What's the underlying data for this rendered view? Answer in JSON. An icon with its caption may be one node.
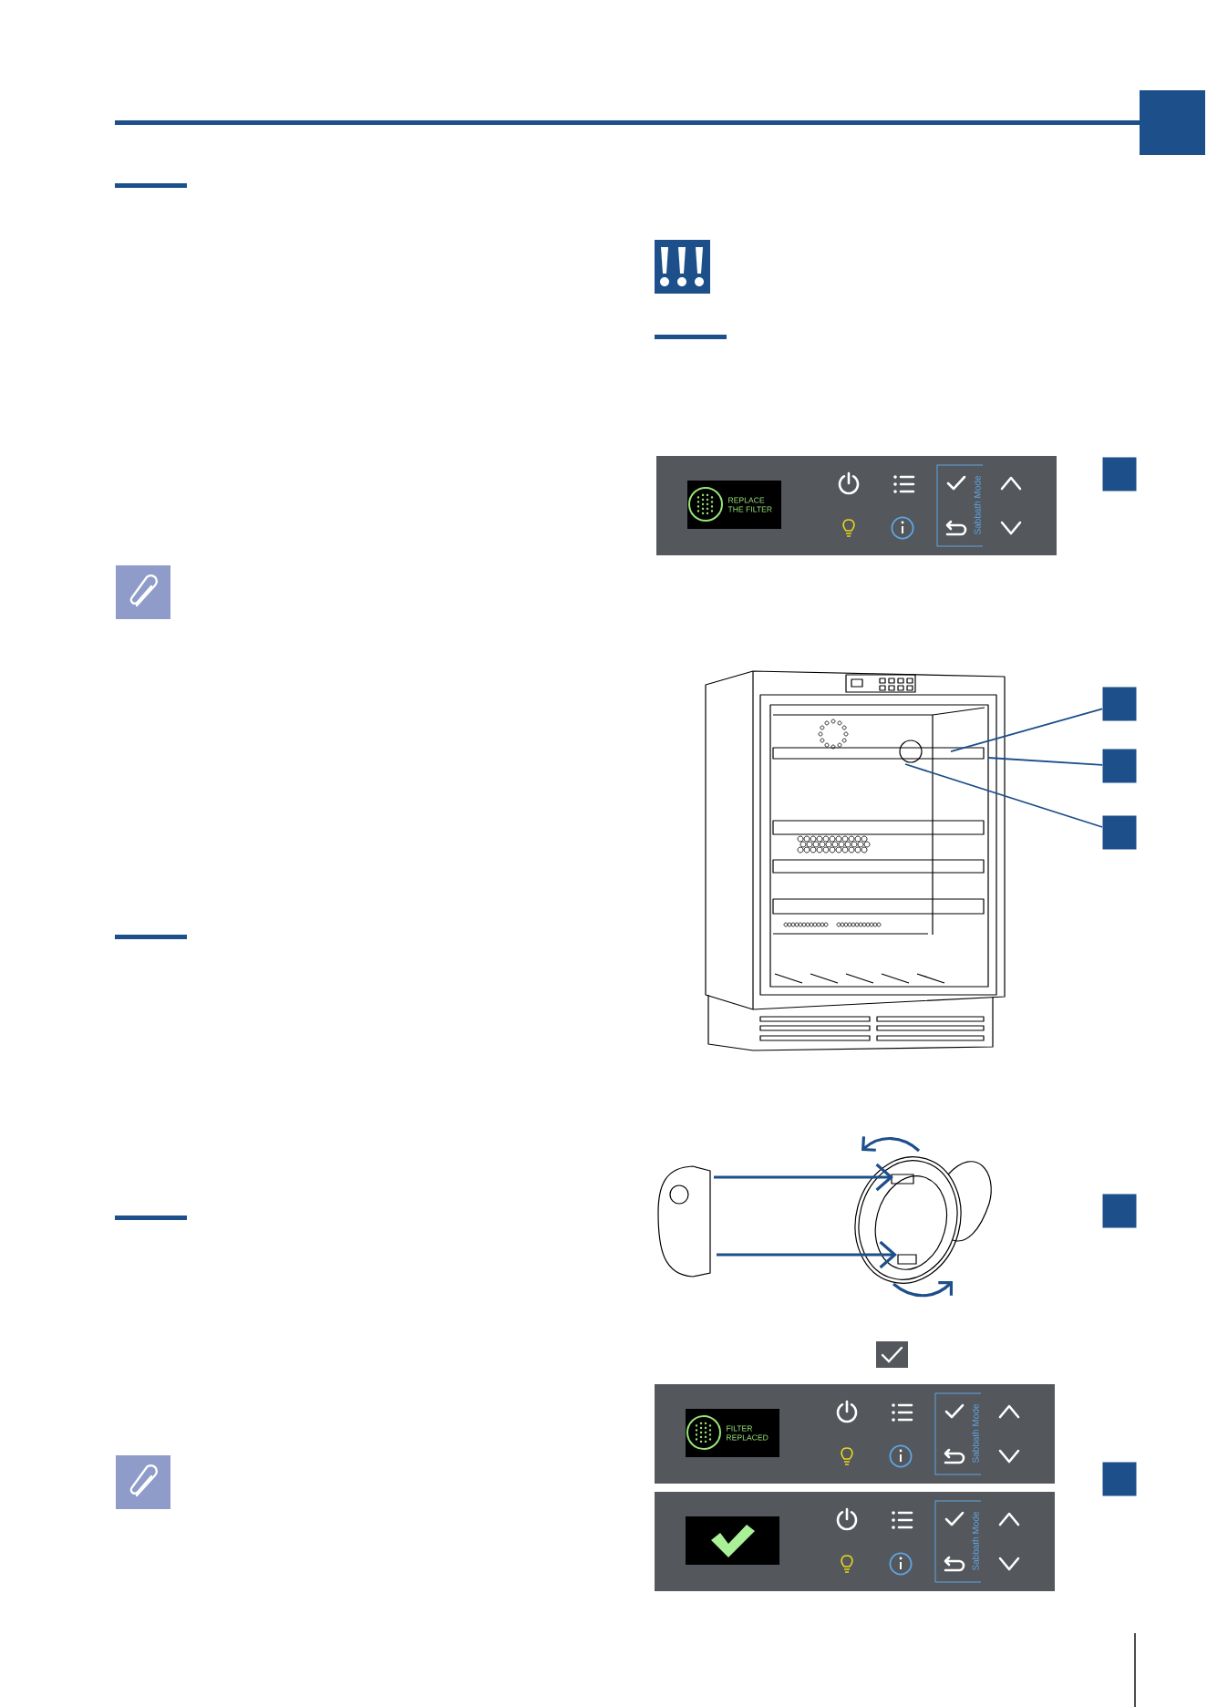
{
  "diagram": {
    "nodes": [
      {
        "text": [
          "REPLACE THE FILTER"
        ]
      },
      {
        "text": [
          "Sabbath Mode"
        ]
      },
      {
        "text": [],
        "shape": "box"
      },
      {
        "text": [],
        "shape": "box"
      },
      {
        "text": [],
        "shape": "box"
      },
      {
        "text": [],
        "shape": "box"
      },
      {
        "text": [],
        "shape": "box"
      },
      {
        "text": [
          "FILTER REPLACED"
        ]
      },
      {
        "text": [
          "Sabbath Mode"
        ]
      },
      {
        "text": [],
        "shape": "box"
      },
      {
        "text": [],
        "shape": "box"
      },
      {
        "text": [
          "Sabbath Mode"
        ]
      }
    ],
    "edges": [
      {
        "from": 3,
        "to": null,
        "arrow": "none"
      },
      {
        "from": 4,
        "to": null,
        "arrow": "none"
      },
      {
        "from": 5,
        "to": null,
        "arrow": "none"
      }
    ]
  }
}
